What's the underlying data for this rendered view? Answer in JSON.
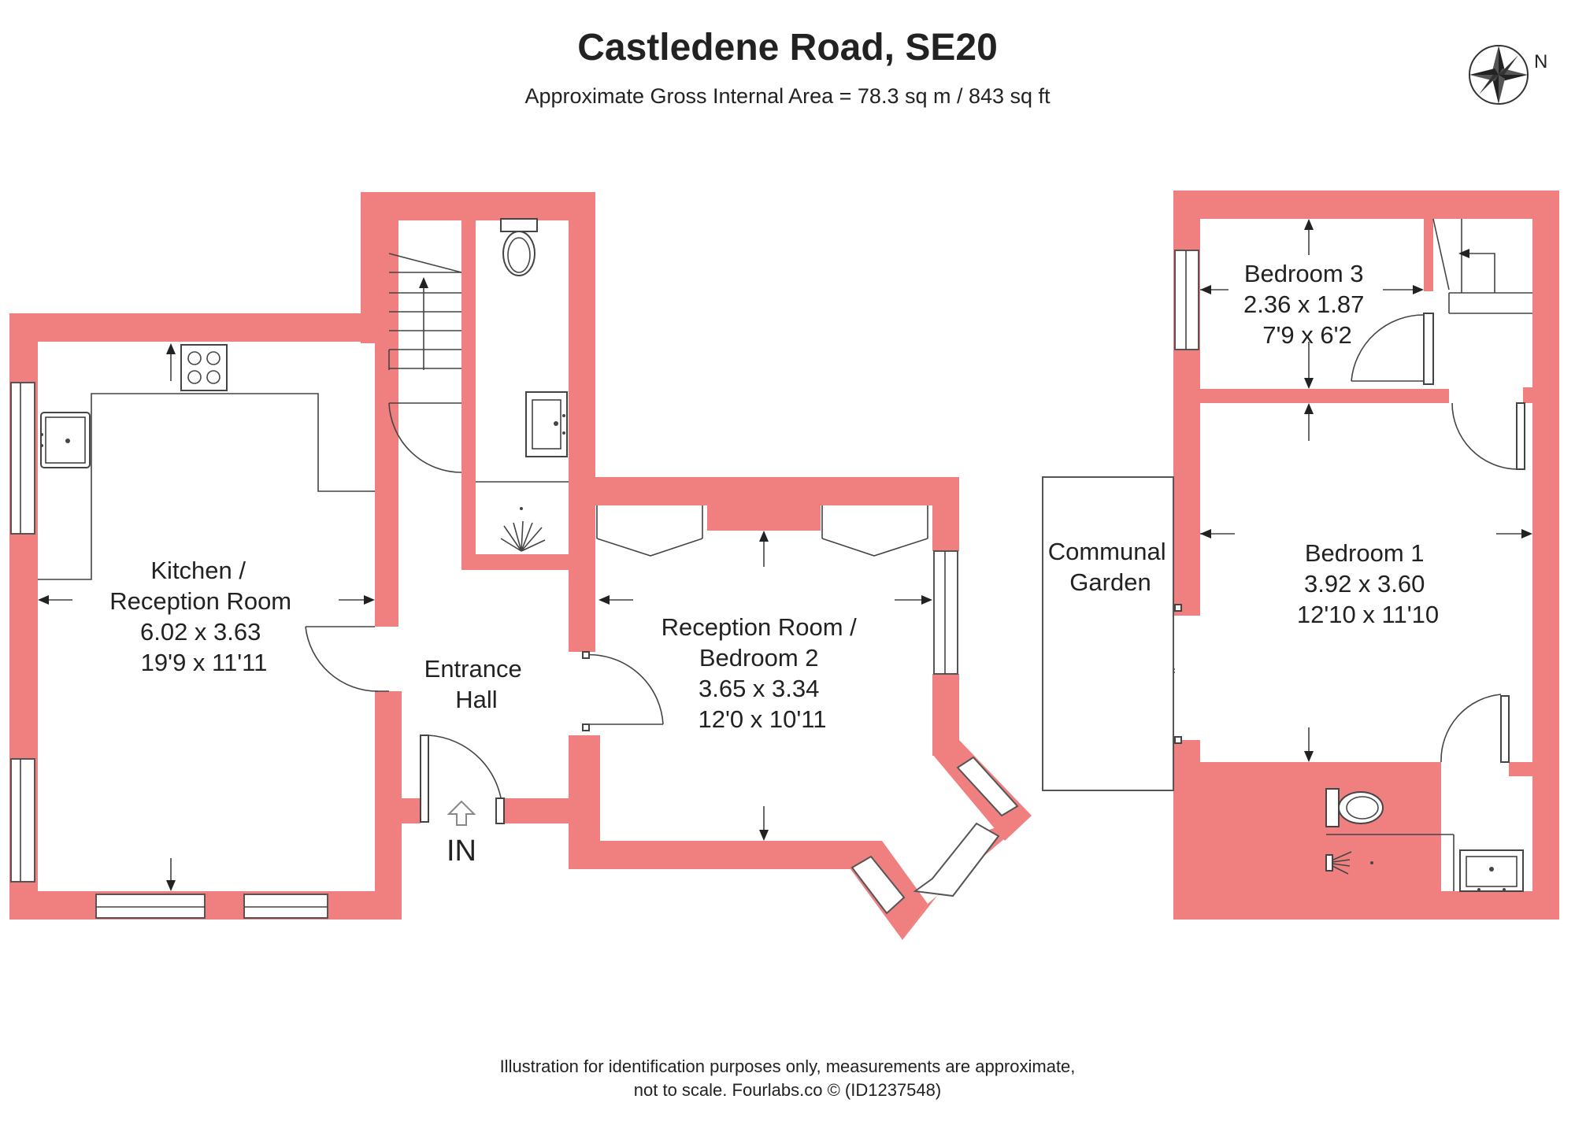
{
  "title": "Castledene Road, SE20",
  "subtitle": "Approximate Gross Internal Area = 78.3 sq m / 843 sq ft",
  "compass": {
    "label": "N",
    "icon": "north-compass-icon"
  },
  "ground_floor": {
    "rooms": [
      {
        "id": "kitchen",
        "lines": [
          "Kitchen /",
          "Reception Room",
          "6.02 x 3.63",
          "19'9 x 11'11"
        ]
      },
      {
        "id": "hall",
        "lines": [
          "Entrance",
          "Hall"
        ]
      },
      {
        "id": "reception",
        "lines": [
          "Reception Room /",
          "Bedroom 2",
          "3.65 x 3.34",
          "12'0 x 10'11"
        ]
      }
    ],
    "entrance_label": "IN"
  },
  "first_floor": {
    "rooms": [
      {
        "id": "bedroom3",
        "lines": [
          "Bedroom 3",
          "2.36 x 1.87",
          "7'9 x 6'2"
        ]
      },
      {
        "id": "bedroom1",
        "lines": [
          "Bedroom 1",
          "3.92 x 3.60",
          "12'10 x 11'10"
        ]
      },
      {
        "id": "garden",
        "lines": [
          "Communal",
          "Garden"
        ]
      }
    ]
  },
  "footer": {
    "line1": "Illustration for identification purposes only, measurements are approximate,",
    "line2": "not to scale. Fourlabs.co © (ID1237548)"
  },
  "colors": {
    "wall": "#f08080",
    "text": "#222222",
    "lines": "#444444"
  }
}
